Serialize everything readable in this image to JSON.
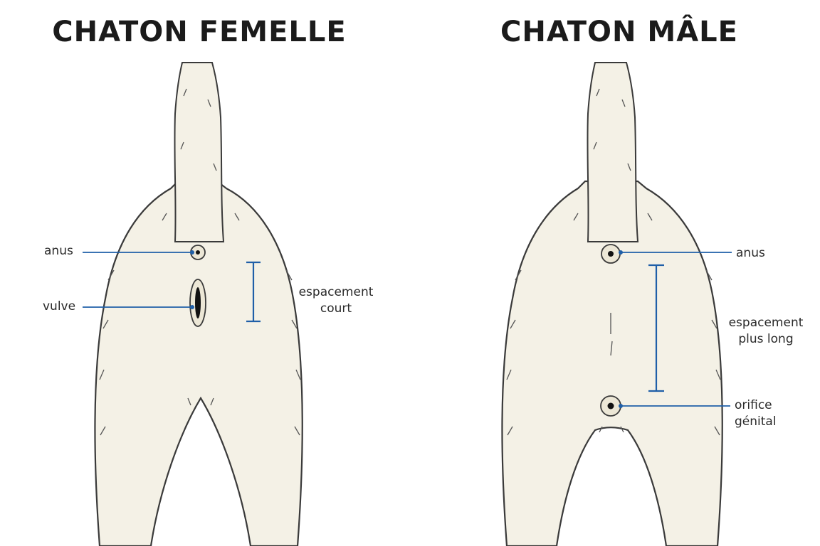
{
  "female": {
    "title": "CHATON FEMELLE",
    "anus_label": "anus",
    "vulve_label": "vulve",
    "spacing_label_1": "espacement",
    "spacing_label_2": "court"
  },
  "male": {
    "title": "CHATON MÂLE",
    "anus_label": "anus",
    "spacing_label_1": "espacement",
    "spacing_label_2": "plus long",
    "genital_label_1": "orifice",
    "genital_label_2": "génital"
  },
  "colors": {
    "fur": "#f4f1e6",
    "outline": "#3a3a3a",
    "leader": "#1f5fa8",
    "title": "#1b1b1b"
  }
}
